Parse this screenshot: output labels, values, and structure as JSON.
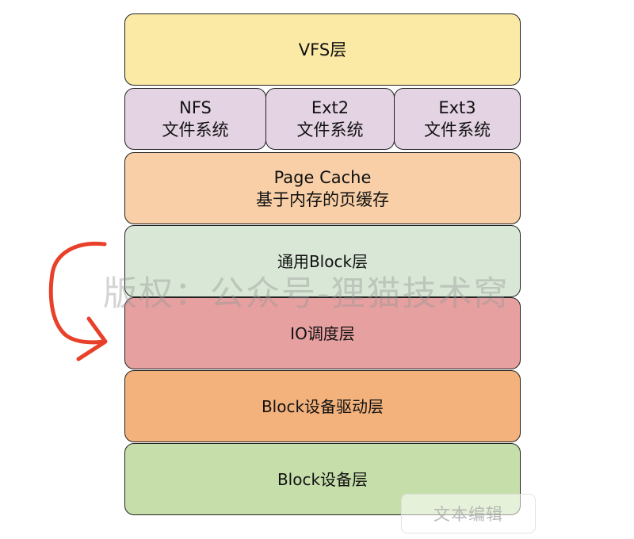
{
  "layers": {
    "vfs": "VFS层",
    "filesystems": [
      {
        "line1": "NFS",
        "line2": "文件系统"
      },
      {
        "line1": "Ext2",
        "line2": "文件系统"
      },
      {
        "line1": "Ext3",
        "line2": "文件系统"
      }
    ],
    "page_cache": {
      "line1": "Page Cache",
      "line2": "基于内存的页缓存"
    },
    "generic_block": "通用Block层",
    "io_scheduler": "IO调度层",
    "block_driver": "Block设备驱动层",
    "block_device": "Block设备层"
  },
  "watermark": "版权：公众号-狸猫技术窝",
  "edit_button": "文本编辑",
  "colors": {
    "vfs": "#fbe9a6",
    "filesystem": "#e3d3e3",
    "page_cache": "#f8cfa7",
    "generic_block": "#d9e8d6",
    "io_scheduler": "#e7a0a0",
    "block_driver": "#f3b27c",
    "block_device": "#c6dfaa",
    "arrow": "#e8402a"
  },
  "icons": {
    "annotation": "curved-arrow-icon"
  }
}
